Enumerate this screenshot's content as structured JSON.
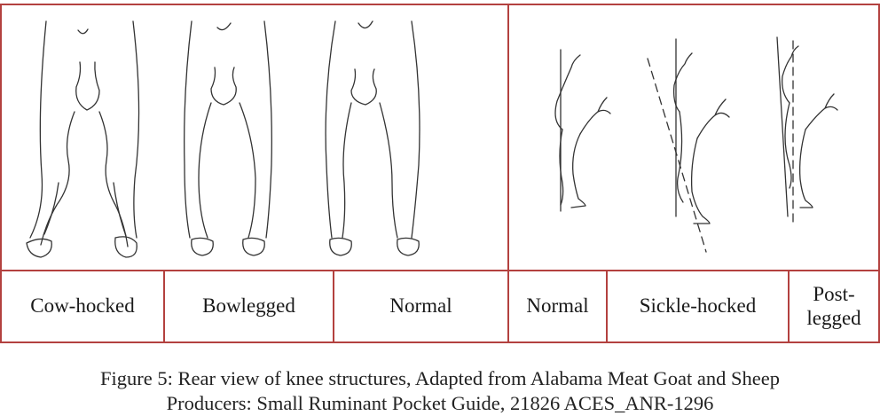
{
  "figure": {
    "rear_view_labels": [
      "Cow-hocked",
      "Bowlegged",
      "Normal"
    ],
    "side_view_labels": [
      "Normal",
      "Sickle-hocked",
      "Post-legged"
    ],
    "caption_line1": "Figure 5: Rear view of knee structures, Adapted from Alabama Meat Goat and Sheep",
    "caption_line2": "Producers: Small Ruminant Pocket Guide, 21826 ACES_ANR-1296",
    "border_color": "#b3413f"
  }
}
